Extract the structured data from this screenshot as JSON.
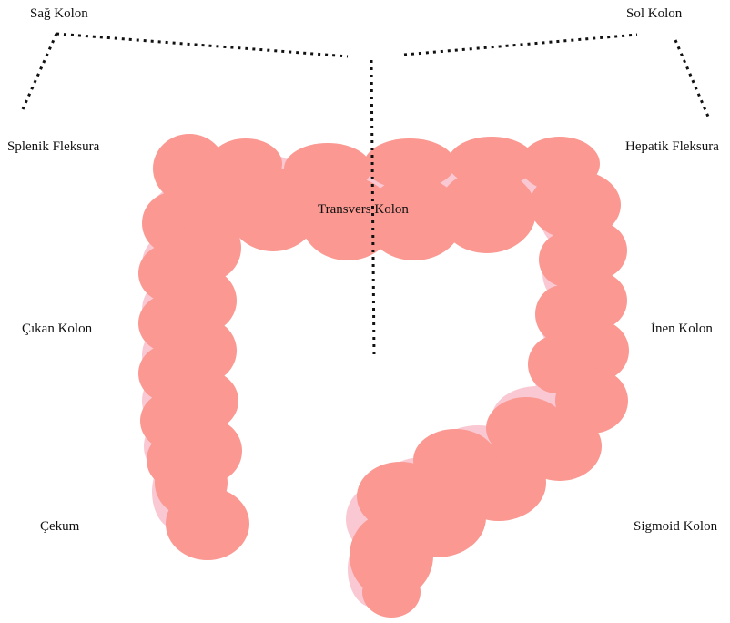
{
  "labels": {
    "sag_kolon": "Sağ Kolon",
    "sol_kolon": "Sol Kolon",
    "splenik_fleksura": "Splenik Fleksura",
    "hepatik_fleksura": "Hepatik Fleksura",
    "transvers_kolon": "Transvers Kolon",
    "cikan_kolon": "Çıkan Kolon",
    "inen_kolon": "İnen Kolon",
    "cekum": "Çekum",
    "sigmoid_kolon": "Sigmoid Kolon"
  },
  "colors": {
    "colon_fill": "#fa9891",
    "colon_highlight": "#f9c8d2",
    "leader_line": "#111111",
    "text": "#111111",
    "background": "#ffffff"
  }
}
